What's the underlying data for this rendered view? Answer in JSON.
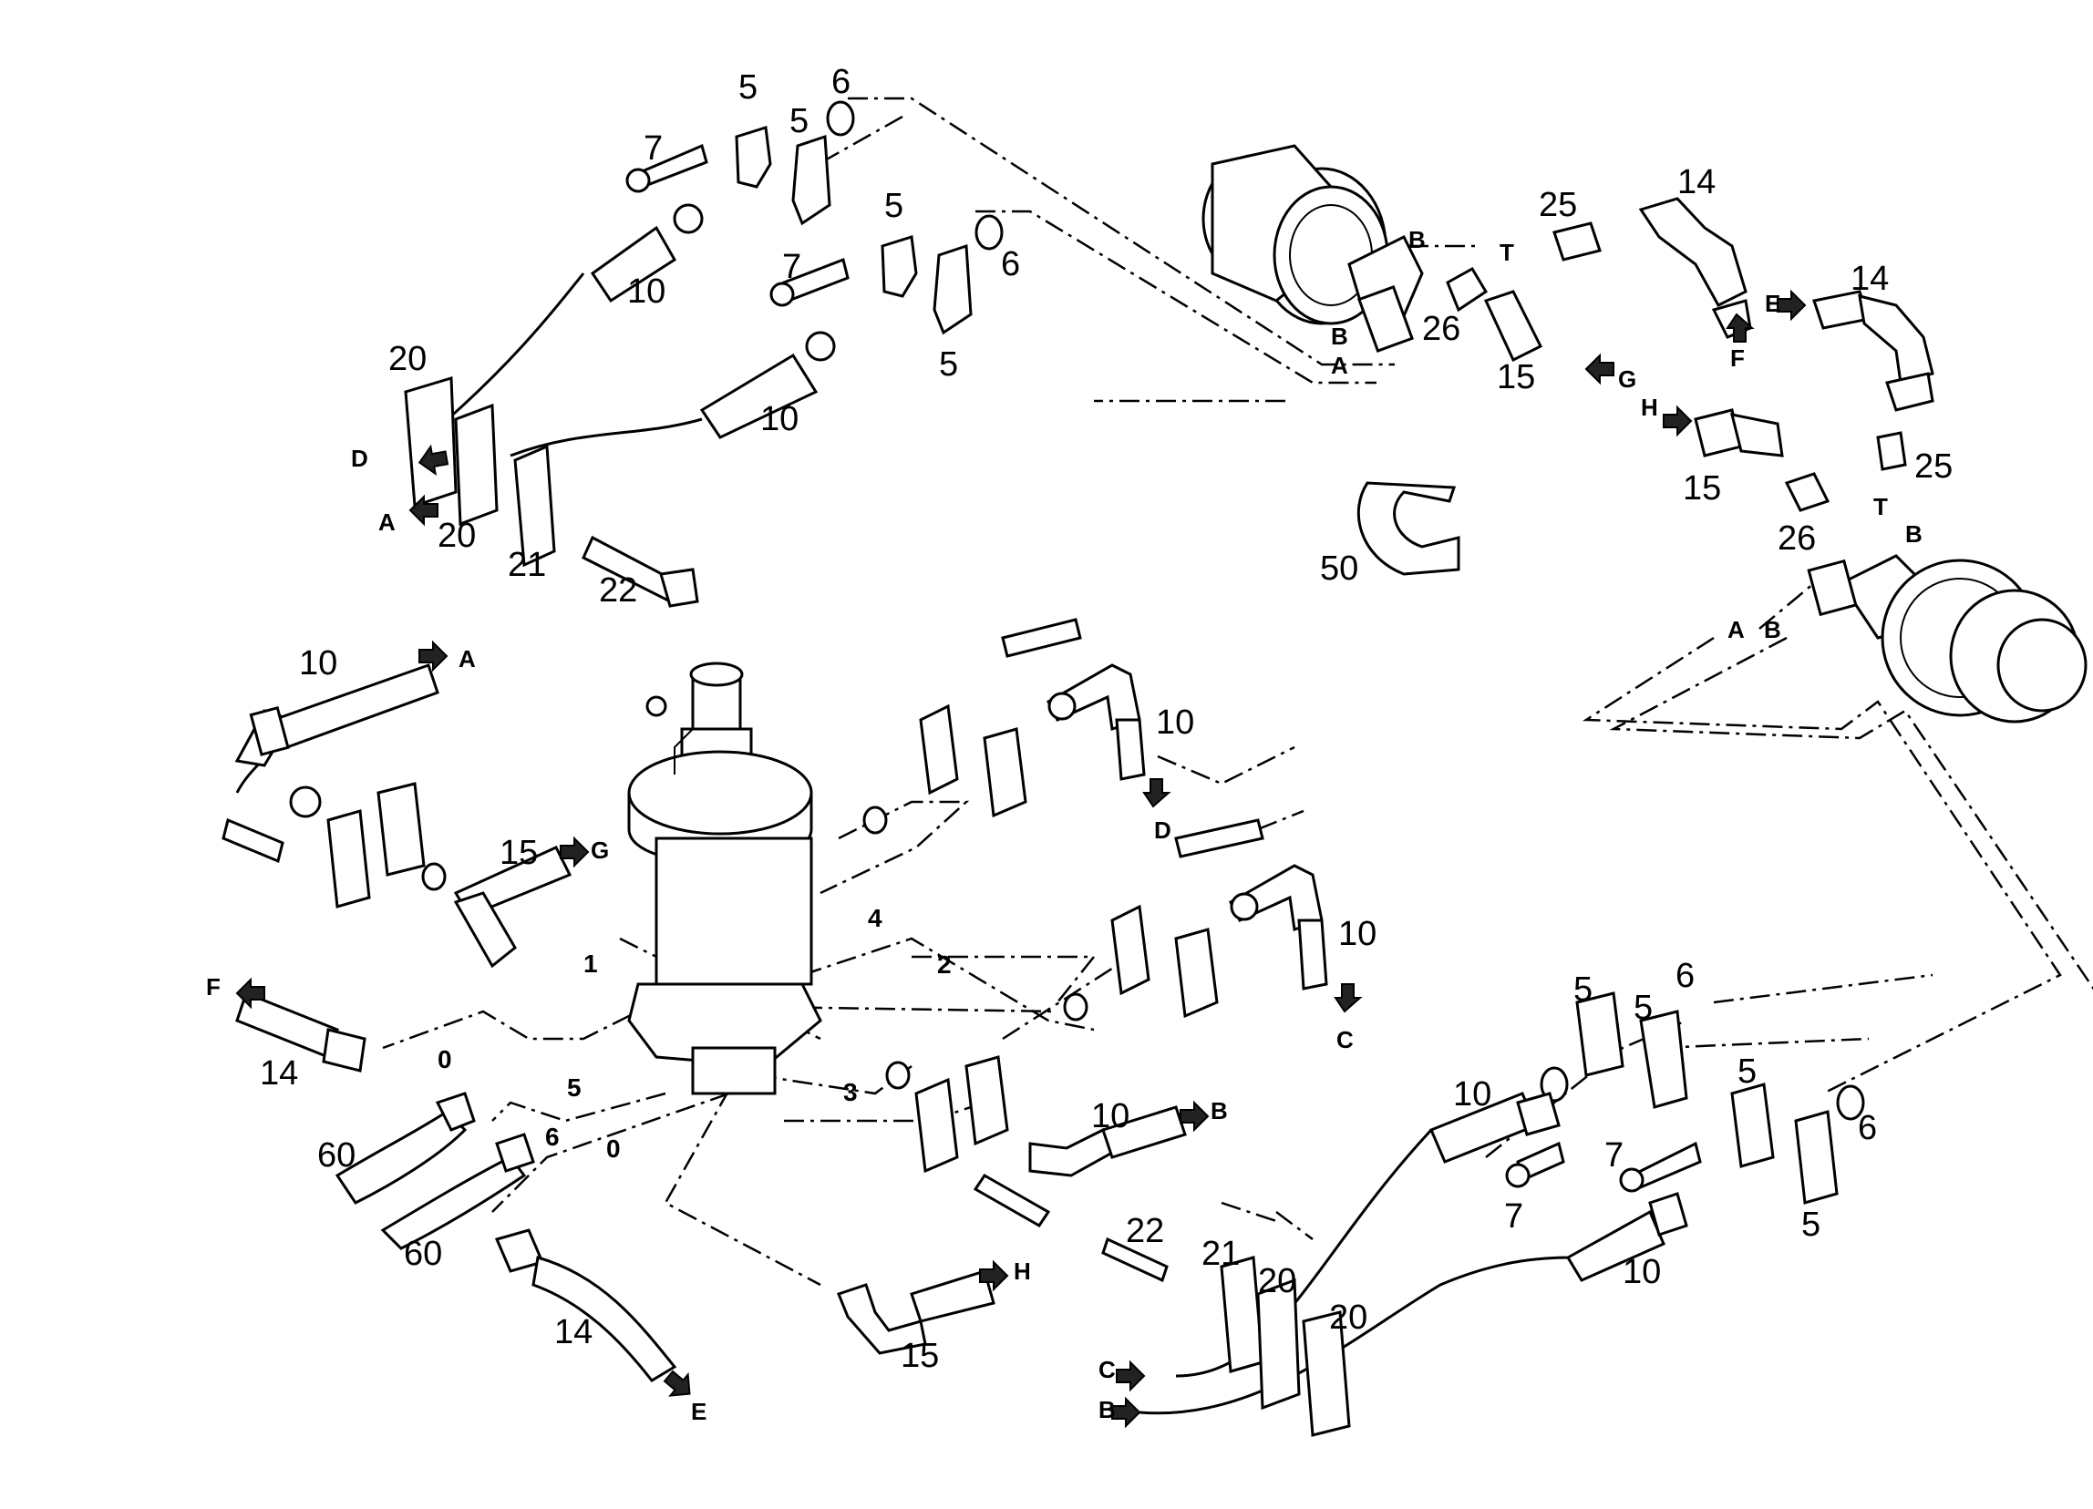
{
  "part_labels": {
    "l5a": "5",
    "l5b": "5",
    "l6a": "6",
    "l7a": "7",
    "l10a": "10",
    "l5c": "5",
    "l6b": "6",
    "l7b": "7",
    "l5d": "5",
    "l10b": "10",
    "l20a": "20",
    "l20b": "20",
    "l21a": "21",
    "l22a": "22",
    "l25a": "25",
    "l14a": "14",
    "l14b": "14",
    "l26a": "26",
    "l15a": "15",
    "l15b": "15",
    "l25b": "25",
    "l26b": "26",
    "l50": "50",
    "l10c": "10",
    "l15c": "15",
    "l14c": "14",
    "l60a": "60",
    "l60b": "60",
    "l14d": "14",
    "l10d": "10",
    "l10e": "10",
    "l10f": "10",
    "l15d": "15",
    "l22b": "22",
    "l21b": "21",
    "l20c": "20",
    "l20d": "20",
    "l10g": "10",
    "l5e": "5",
    "l5f": "5",
    "l6c": "6",
    "l7c": "7",
    "l7d": "7",
    "l5g": "5",
    "l6d": "6",
    "l5h": "5",
    "l10h": "10"
  },
  "connection_letters": {
    "A1": "A",
    "D1": "D",
    "A2": "A",
    "D2": "D",
    "G1": "G",
    "F1": "F",
    "C1": "C",
    "B1": "B",
    "H1": "H",
    "E1": "E",
    "C2": "C",
    "B2": "B",
    "E2": "E",
    "F2": "F",
    "G2": "G",
    "H2": "H",
    "mB1": "B",
    "mB2": "B",
    "mA1": "A",
    "mT1": "T",
    "mT2": "T",
    "mB3": "B",
    "mA2": "A",
    "mB4": "B"
  },
  "line_numbers": {
    "n1": "1",
    "n2": "2",
    "n3": "3",
    "n4": "4",
    "n5": "5",
    "n6": "6",
    "n0a": "0",
    "n0b": "0"
  }
}
